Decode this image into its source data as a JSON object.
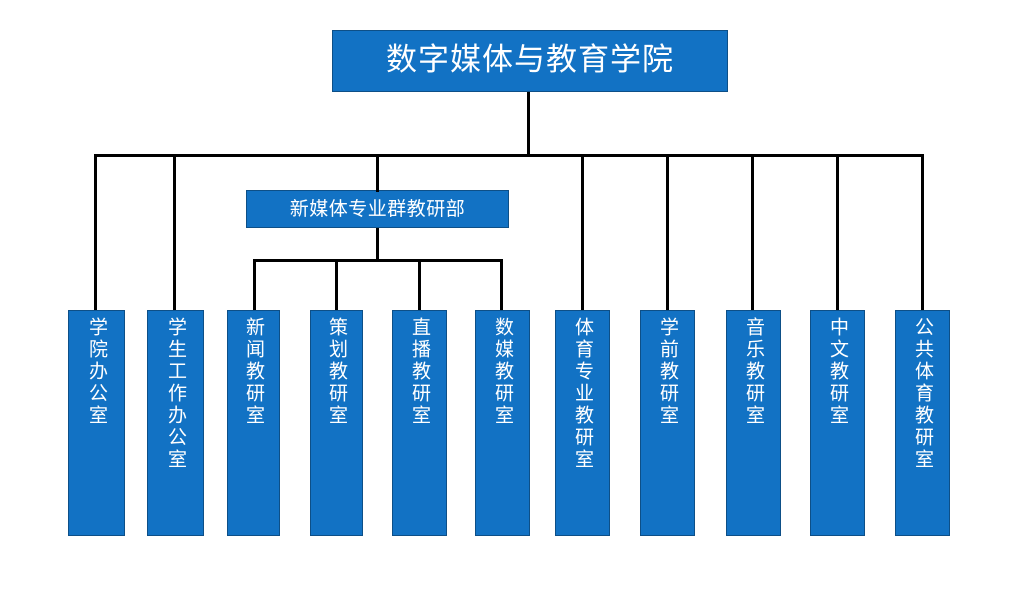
{
  "chart": {
    "title_text": "数字媒体与教育学院",
    "accent_color": "#1272c4",
    "border_color": "#0d4f87",
    "connector_color": "#000000",
    "text_color": "#ffffff",
    "background_color": "#ffffff"
  },
  "root": {
    "label": "数字媒体与教育学院"
  },
  "middle": {
    "label": "新媒体专业群教研部"
  },
  "leaves": [
    {
      "label": "学院办公室",
      "parent": "root"
    },
    {
      "label": "学生工作办公室",
      "parent": "root"
    },
    {
      "label": "新闻教研室",
      "parent": "middle"
    },
    {
      "label": "策划教研室",
      "parent": "middle"
    },
    {
      "label": "直播教研室",
      "parent": "middle"
    },
    {
      "label": "数媒教研室",
      "parent": "middle"
    },
    {
      "label": "体育专业教研室",
      "parent": "root"
    },
    {
      "label": "学前教研室",
      "parent": "root"
    },
    {
      "label": "音乐教研室",
      "parent": "root"
    },
    {
      "label": "中文教研室",
      "parent": "root"
    },
    {
      "label": "公共体育教研室",
      "parent": "root"
    }
  ]
}
